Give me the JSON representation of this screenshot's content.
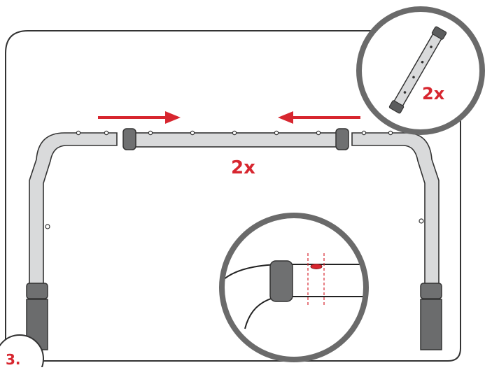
{
  "diagram": {
    "step_number": "3.",
    "quantity_main": "2x",
    "quantity_inset": "2x",
    "colors": {
      "accent": "#d7262f",
      "tube_fill": "#d9dadb",
      "outline": "#333333",
      "connector": "#6f7071",
      "grip": "#6b6c6d",
      "inset_ring": "#6a6a6a"
    },
    "icons": [
      "arrow-right-icon",
      "arrow-left-icon",
      "connector-icon",
      "magnifier-inset"
    ]
  }
}
